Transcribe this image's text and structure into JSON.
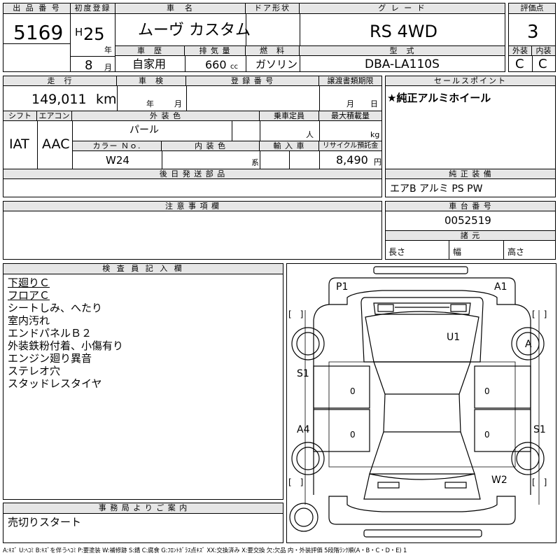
{
  "top": {
    "lot_no_label": "出 品 番 号",
    "lot_no": "5169",
    "first_reg_label": "初度登録",
    "era": "H",
    "year": "25",
    "year_unit": "年",
    "month": "8",
    "month_unit": "月",
    "car_name_label": "車　名",
    "car_name": "ムーヴ カスタム",
    "door_label": "ドア形状",
    "door": "",
    "grade_label": "グ レ ー ド",
    "grade": "RS 4WD",
    "score_label": "評価点",
    "score": "3",
    "history_label": "車　歴",
    "history": "自家用",
    "displacement_label": "排 気 量",
    "displacement": "660",
    "displacement_unit": "cc",
    "fuel_label": "燃　料",
    "fuel": "ガソリン",
    "model_label": "型　式",
    "model": "DBA-LA110S",
    "exterior_label": "外装",
    "exterior": "C",
    "interior_label": "内装",
    "interior": "C"
  },
  "mid": {
    "mileage_label": "走　行",
    "mileage": "149,011",
    "mileage_unit": "km",
    "inspection_label": "車　検",
    "inspection_year_unit": "年",
    "inspection_month_unit": "月",
    "reg_no_label": "登 録 番 号",
    "reg_no": "",
    "transfer_label": "譲渡書類期限",
    "transfer_month_unit": "月",
    "transfer_day_unit": "日",
    "shift_label": "シフト",
    "shift": "IAT",
    "ac_label": "エアコン",
    "ac": "AAC",
    "ext_color_label": "外 装 色",
    "ext_color": "パール",
    "capacity_label": "乗車定員",
    "capacity_unit": "人",
    "max_load_label": "最大積載量",
    "max_load_unit": "kg",
    "color_no_label": "カラー Ｎｏ.",
    "color_no": "W24",
    "int_color_label": "内 装 色",
    "int_color_unit": "系",
    "import_label": "輸 入 車",
    "recycle_label": "リサイクル預託金",
    "recycle": "8,490",
    "recycle_unit": "円",
    "later_parts_label": "後 日 発 送 部 品",
    "later_parts": ""
  },
  "selling": {
    "label": "セールスポイント",
    "text": "★純正アルミホイール"
  },
  "equipment": {
    "label": "純 正 装 備",
    "text": "エアB アルミ PS PW"
  },
  "notes": {
    "label": "注 意 事 項 欄",
    "text": ""
  },
  "chassis": {
    "label": "車 台 番 号",
    "number": "0052519",
    "dims_label": "諸 元",
    "length_label": "長さ",
    "width_label": "幅",
    "height_label": "高さ"
  },
  "inspector": {
    "label": "検 査 員 記 入 欄",
    "lines": [
      "下廻りＣ",
      "フロアＣ",
      "シートしみ、へたり",
      "室内汚れ",
      "エンドパネルＢ２",
      "外装鉄粉付着、小傷有り",
      "エンジン廻り異音",
      "ステレオ穴",
      "スタッドレスタイヤ"
    ]
  },
  "office": {
    "label": "事 務 局 よ り ご 案 内",
    "text": "売切りスタート"
  },
  "diagram": {
    "marks": [
      "P1",
      "A1",
      "U1",
      "A",
      "S1",
      "A4",
      "S1",
      "W2"
    ],
    "zeros": [
      "0",
      "0",
      "0",
      "0"
    ],
    "bracket": "[　]"
  },
  "legend": "A:ｷｽﾞ U:ﾍｺﾐ B:ｷｽﾞを伴うﾍｺﾐ P:要塗装 W:補修跡 S:錆 C:腐食 G:ﾌﾛﾝﾄｶﾞﾗｽ点ｷｽﾞ XX:交換済み X:要交換 欠:欠品 内・外装評価 5段階ﾗﾝｸ順(A・B・C・D・E) 1"
}
